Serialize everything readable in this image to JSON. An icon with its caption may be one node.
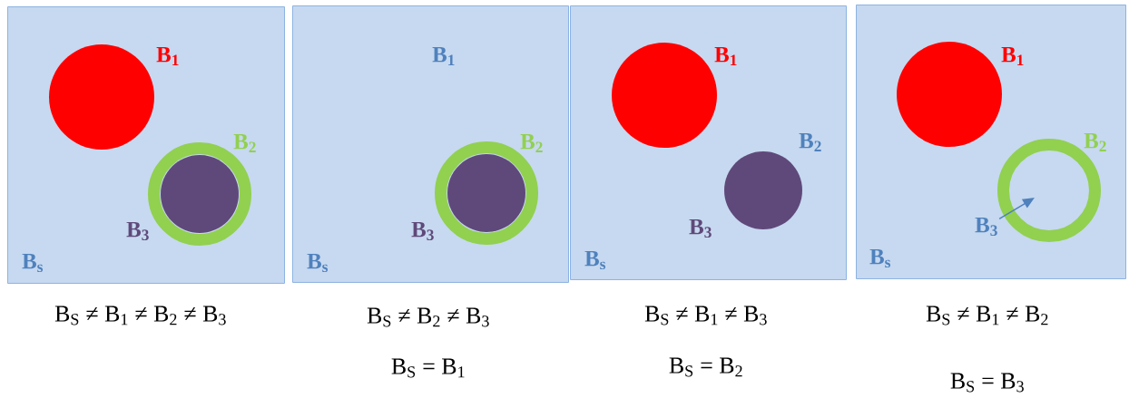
{
  "diagram": {
    "nodes": [
      {
        "text": [
          "B$_{s}$"
        ],
        "beside": [
          "B$_{S}$ ≠ B$_{1}$ ≠ B$_{2}$ ≠ B$_{3}$"
        ]
      },
      {
        "text": [
          "B$_{1}$"
        ],
        "in": 0
      },
      {
        "text": [
          "B$_{2}$"
        ],
        "in": 0
      },
      {
        "text": [
          "B$_{3}$"
        ],
        "in": 2
      },
      {
        "text": [
          "B$_{1}$",
          "B$_{s}$"
        ],
        "beside": [
          "B$_{S}$ ≠ B$_{2}$ ≠ B$_{3}$",
          "B$_{S}$ = B$_{1}$"
        ]
      },
      {
        "text": [
          "B$_{2}$"
        ],
        "in": 4
      },
      {
        "text": [
          "B$_{3}$"
        ],
        "in": 5
      },
      {
        "text": [
          "B$_{2}$",
          "B$_{s}$"
        ],
        "beside": [
          "B$_{S}$ ≠ B$_{1}$ ≠ B$_{3}$",
          "B$_{S}$ = B$_{2}$"
        ]
      },
      {
        "text": [
          "B$_{1}$"
        ],
        "in": 7
      },
      {
        "text": [
          "B$_{3}$"
        ],
        "in": 7
      },
      {
        "text": [
          "B$_{s}$"
        ],
        "beside": [
          "B$_{S}$ ≠ B$_{1}$ ≠ B$_{2}$",
          "B$_{S}$ = B$_{3}$"
        ]
      },
      {
        "text": [
          "B$_{1}$"
        ],
        "in": 10
      },
      {
        "text": [
          "B$_{2}$"
        ],
        "in": 10
      },
      {
        "text": [
          "B$_{3}$"
        ],
        "in": 10
      }
    ],
    "edges": [
      {
        "from": 13,
        "to": 12,
        "arrow": "to"
      }
    ]
  }
}
